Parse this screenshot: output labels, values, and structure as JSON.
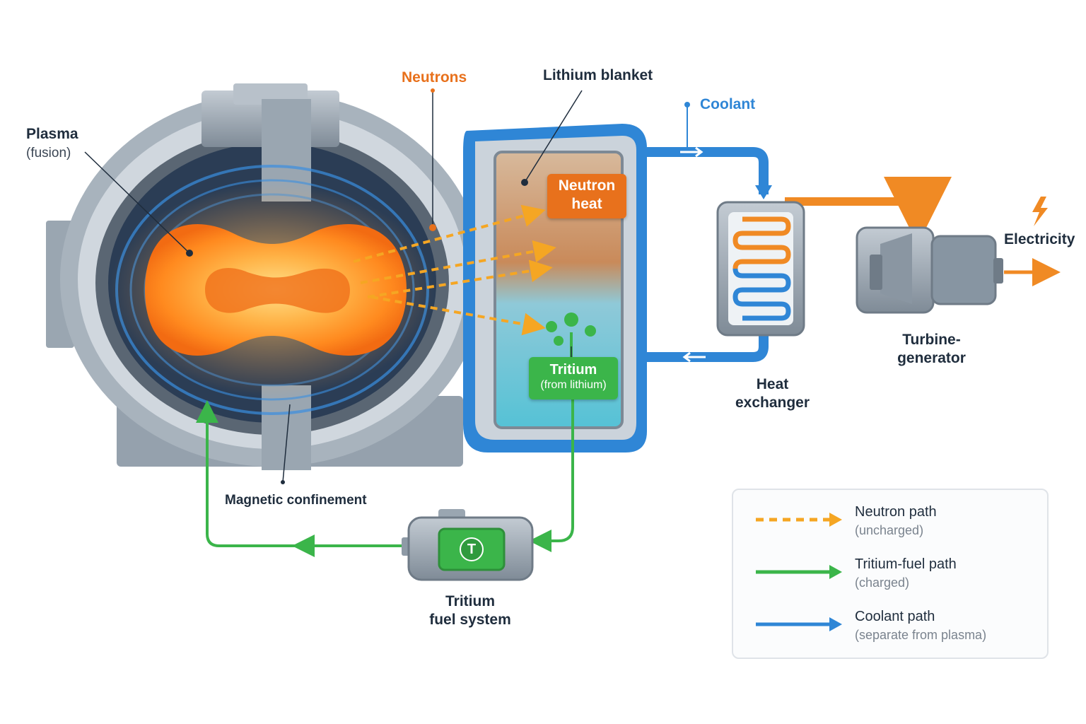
{
  "labels": {
    "plasma": "Plasma",
    "plasma_sub": "(fusion)",
    "neutrons": "Neutrons",
    "lithium_blanket": "Lithium blanket",
    "coolant": "Coolant",
    "neutron_heat_line1": "Neutron",
    "neutron_heat_line2": "heat",
    "tritium": "Tritium",
    "tritium_sub": "(from lithium)",
    "magnetic_confinement": "Magnetic confinement",
    "tritium_fuel_line1": "Tritium",
    "tritium_fuel_line2": "fuel system",
    "tritium_symbol": "T",
    "heat_exchanger_line1": "Heat",
    "heat_exchanger_line2": "exchanger",
    "turbine_line1": "Turbine-",
    "turbine_line2": "generator",
    "electricity": "Electricity"
  },
  "legend": {
    "items": [
      {
        "title": "Neutron path",
        "note": "(uncharged)",
        "style": "dashed",
        "color": "#f5a623"
      },
      {
        "title": "Tritium-fuel path",
        "note": "(charged)",
        "style": "solid",
        "color": "#3bb54a"
      },
      {
        "title": "Coolant path",
        "note": "(separate from plasma)",
        "style": "solid",
        "color": "#2f86d6"
      }
    ]
  },
  "colors": {
    "neutron": "#f5a623",
    "neutron_label": "#e8711c",
    "tritium": "#3bb54a",
    "coolant": "#2f86d6",
    "hot_loop": "#f08a24",
    "steel": "#8e9aa6",
    "text_dark": "#1f2d3d"
  }
}
